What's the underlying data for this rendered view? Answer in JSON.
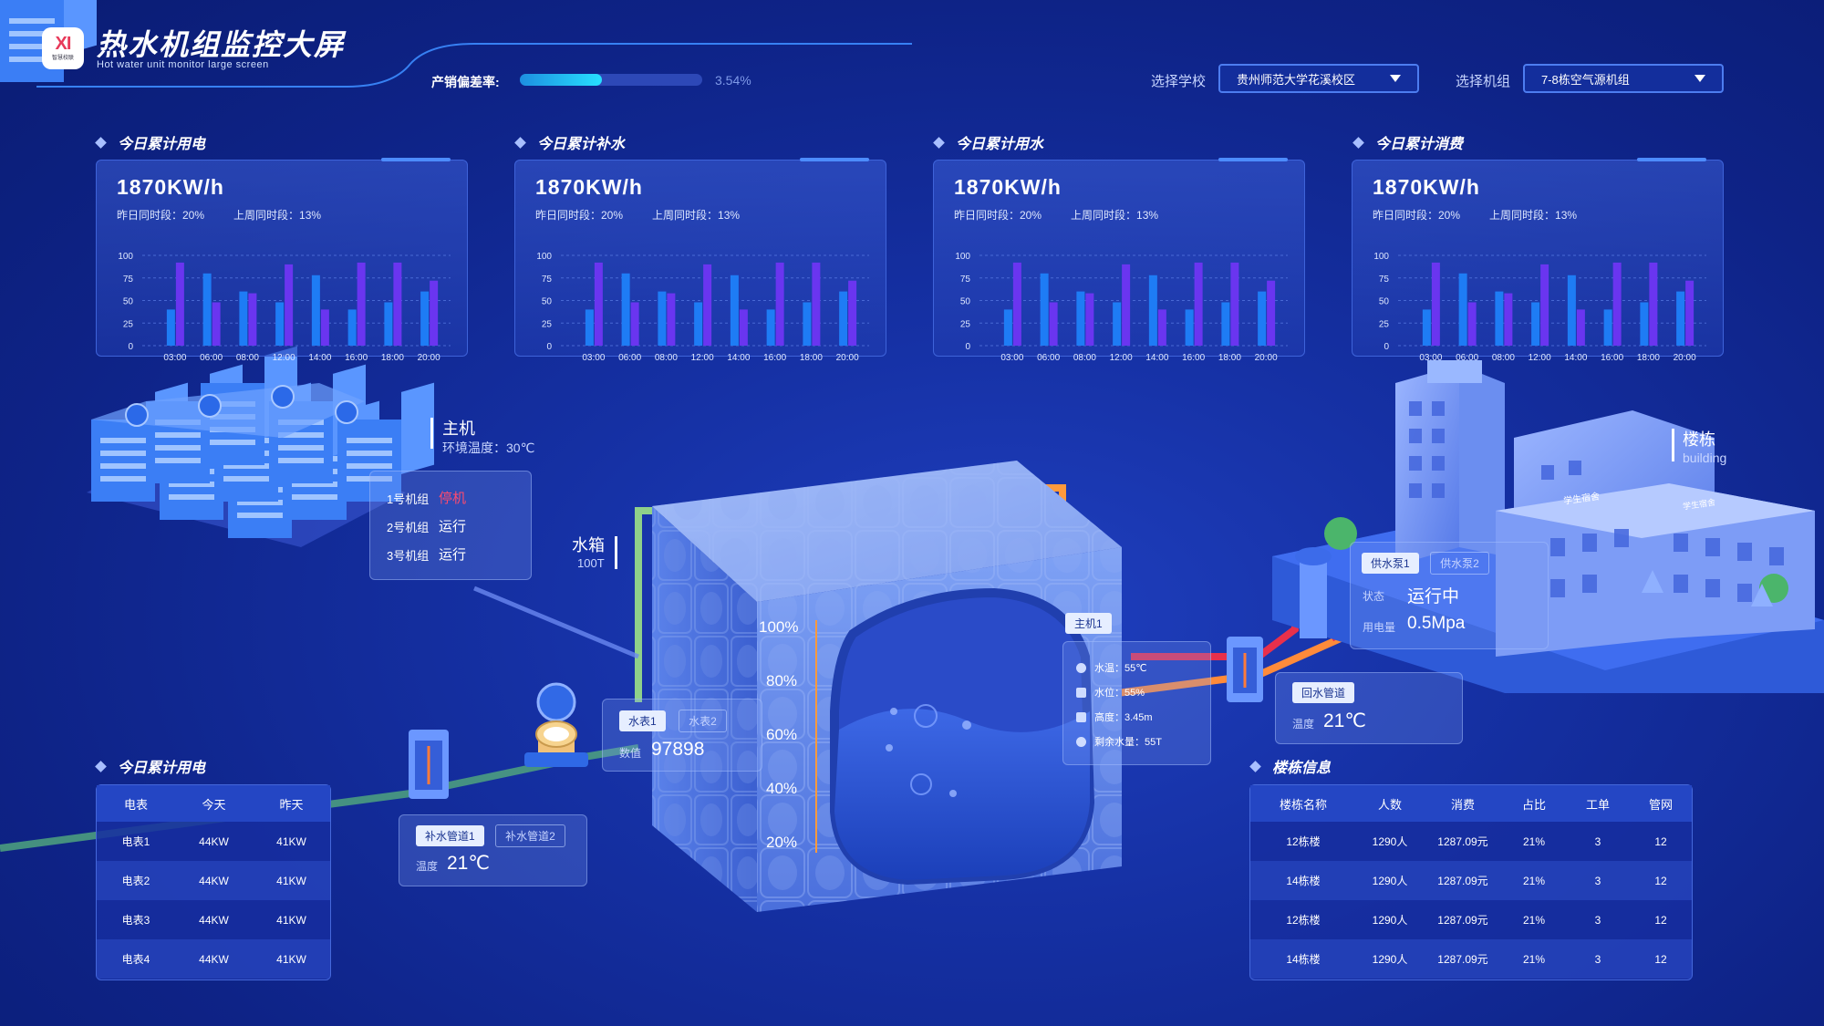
{
  "header": {
    "logo_mark": "XI",
    "logo_text": "智慧校联",
    "title": "热水机组监控大屏",
    "subtitle": "Hot water unit monitor large screen",
    "deviation_label": "产销偏差率:",
    "deviation_value": "3.54%",
    "deviation_fraction": 0.45,
    "school_label": "选择学校",
    "school_value": "贵州师范大学花溪校区",
    "unit_label": "选择机组",
    "unit_value": "7-8栋空气源机组"
  },
  "cards": [
    {
      "title": "今日累计用电",
      "value": "1870KW/h",
      "yesterday": "昨日同时段：20%",
      "lastweek": "上周同时段：13%"
    },
    {
      "title": "今日累计补水",
      "value": "1870KW/h",
      "yesterday": "昨日同时段：20%",
      "lastweek": "上周同时段：13%"
    },
    {
      "title": "今日累计用水",
      "value": "1870KW/h",
      "yesterday": "昨日同时段：20%",
      "lastweek": "上周同时段：13%"
    },
    {
      "title": "今日累计消费",
      "value": "1870KW/h",
      "yesterday": "昨日同时段：20%",
      "lastweek": "上周同时段：13%"
    }
  ],
  "chart_data": {
    "type": "bar",
    "categories": [
      "03:00",
      "06:00",
      "08:00",
      "12:00",
      "14:00",
      "16:00",
      "18:00",
      "20:00"
    ],
    "series": [
      {
        "values": [
          40,
          80,
          60,
          48,
          78,
          40,
          48,
          60
        ]
      },
      {
        "values": [
          92,
          48,
          58,
          90,
          40,
          92,
          92,
          72
        ]
      }
    ],
    "ylim": [
      0,
      100
    ],
    "yticks": [
      0,
      25,
      50,
      75,
      100
    ],
    "colors": [
      "#1e7cf5",
      "#6a35f0"
    ],
    "grid": true
  },
  "host": {
    "title": "主机",
    "env": "环境温度：30℃",
    "units": [
      {
        "name": "1号机组",
        "status": "停机",
        "color": "#ff4b6e"
      },
      {
        "name": "2号机组",
        "status": "运行",
        "color": "#ffffff"
      },
      {
        "name": "3号机组",
        "status": "运行",
        "color": "#ffffff"
      }
    ]
  },
  "tank": {
    "title": "水箱",
    "capacity": "100T",
    "levels": [
      "100%",
      "80%",
      "60%",
      "40%",
      "20%"
    ]
  },
  "meter": {
    "tab1": "水表1",
    "tab2": "水表2",
    "value_label": "数值",
    "value": "97898"
  },
  "supply_pipe": {
    "tab1": "补水管道1",
    "tab2": "补水管道2",
    "temp_label": "温度",
    "temp": "21℃"
  },
  "host1": {
    "tag": "主机1",
    "rows": [
      {
        "label": "水温：55℃"
      },
      {
        "label": "水位：55%"
      },
      {
        "label": "高度：3.45m"
      },
      {
        "label": "剩余水量：55T"
      }
    ]
  },
  "pump": {
    "tab1": "供水泵1",
    "tab2": "供水泵2",
    "status_label": "状态",
    "status": "运行中",
    "power_label": "用电量",
    "power": "0.5Mpa"
  },
  "return_pipe": {
    "tag": "回水管道",
    "temp_label": "温度",
    "temp": "21℃"
  },
  "building": {
    "title": "楼栋",
    "subtitle": "building",
    "sign": "学生宿舍"
  },
  "power_table": {
    "title": "今日累计用电",
    "headers": [
      "电表",
      "今天",
      "昨天"
    ],
    "rows": [
      [
        "电表1",
        "44KW",
        "41KW"
      ],
      [
        "电表2",
        "44KW",
        "41KW"
      ],
      [
        "电表3",
        "44KW",
        "41KW"
      ],
      [
        "电表4",
        "44KW",
        "41KW"
      ]
    ]
  },
  "building_table": {
    "title": "楼栋信息",
    "headers": [
      "楼栋名称",
      "人数",
      "消费",
      "占比",
      "工单",
      "管网"
    ],
    "rows": [
      [
        "12栋楼",
        "1290人",
        "1287.09元",
        "21%",
        "3",
        "12"
      ],
      [
        "14栋楼",
        "1290人",
        "1287.09元",
        "21%",
        "3",
        "12"
      ],
      [
        "12栋楼",
        "1290人",
        "1287.09元",
        "21%",
        "3",
        "12"
      ],
      [
        "14栋楼",
        "1290人",
        "1287.09元",
        "21%",
        "3",
        "12"
      ]
    ]
  }
}
